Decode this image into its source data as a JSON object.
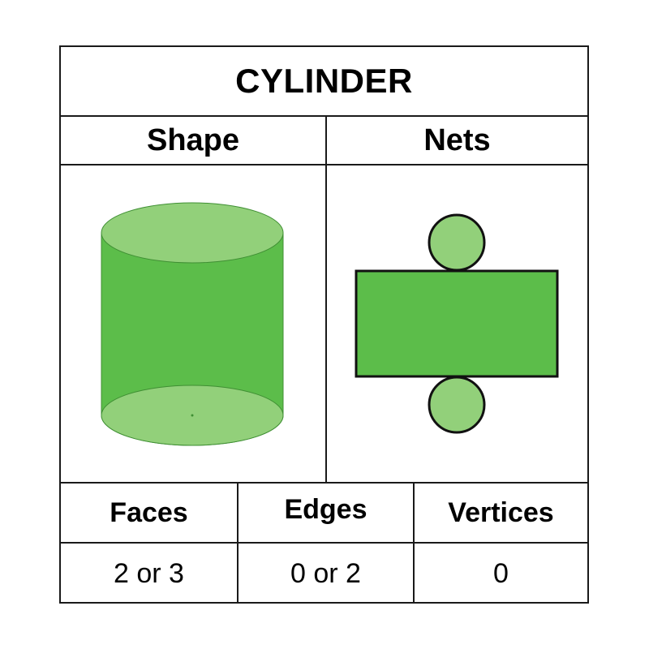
{
  "title": "CYLINDER",
  "headers": {
    "shape": "Shape",
    "nets": "Nets"
  },
  "stats": {
    "faces": {
      "label": "Faces",
      "value": "2 or 3"
    },
    "edges": {
      "label": "Edges",
      "value": "0 or 2"
    },
    "vertices": {
      "label": "Vertices",
      "value": "0"
    }
  },
  "colors": {
    "body_green": "#5cbd4a",
    "cap_green": "#92d07a",
    "border": "#1a1a1a"
  },
  "icons": {
    "shape": "cylinder-3d-icon",
    "net": "cylinder-net-icon"
  }
}
